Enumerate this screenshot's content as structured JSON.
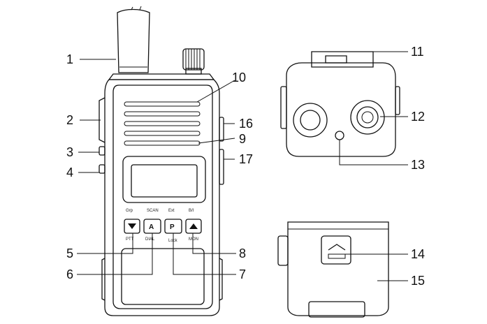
{
  "callouts": [
    {
      "id": "1",
      "label": "1"
    },
    {
      "id": "2",
      "label": "2"
    },
    {
      "id": "3",
      "label": "3"
    },
    {
      "id": "4",
      "label": "4"
    },
    {
      "id": "5",
      "label": "5"
    },
    {
      "id": "6",
      "label": "6"
    },
    {
      "id": "7",
      "label": "7"
    },
    {
      "id": "8",
      "label": "8"
    },
    {
      "id": "9",
      "label": "9"
    },
    {
      "id": "10",
      "label": "10"
    },
    {
      "id": "11",
      "label": "11"
    },
    {
      "id": "12",
      "label": "12"
    },
    {
      "id": "13",
      "label": "13"
    },
    {
      "id": "14",
      "label": "14"
    },
    {
      "id": "15",
      "label": "15"
    },
    {
      "id": "16",
      "label": "16"
    },
    {
      "id": "17",
      "label": "17"
    }
  ],
  "keypad": {
    "key_a": "A",
    "key_p": "P",
    "top_labels": [
      "Grp",
      "SCAN",
      "Ext",
      "B/I"
    ],
    "bottom_labels": [
      "PTT",
      "DIAL",
      "Lock",
      "MON"
    ]
  },
  "colors": {
    "line": "#111111",
    "background": "#ffffff"
  }
}
